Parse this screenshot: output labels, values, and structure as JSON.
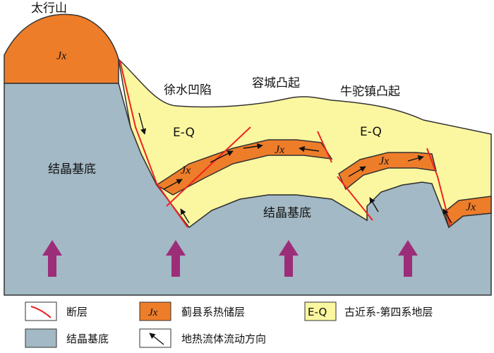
{
  "labels": {
    "mountain": "太行山",
    "depression": "徐水凹陷",
    "uplift1": "容城凸起",
    "uplift2": "牛驼镇凸起",
    "basement_left": "结晶基底",
    "basement_right": "结晶基底",
    "eq_left": "E-Q",
    "eq_right": "E-Q",
    "jx": "Jx"
  },
  "legend": {
    "fault": {
      "label": "断层"
    },
    "jx_layer": {
      "swatch": "Jx",
      "label": "蓟县系热储层"
    },
    "eq_layer": {
      "swatch": "E-Q",
      "label": "古近系-第四系地层"
    },
    "basement": {
      "label": "结晶基底"
    },
    "flow": {
      "label": "地热流体流动方向"
    }
  },
  "colors": {
    "basement": "#a3b9c5",
    "jx": "#ee7d2a",
    "eq": "#fbf7a0",
    "fault": "#ee2222",
    "heat_arrow": "#9c2d78"
  }
}
